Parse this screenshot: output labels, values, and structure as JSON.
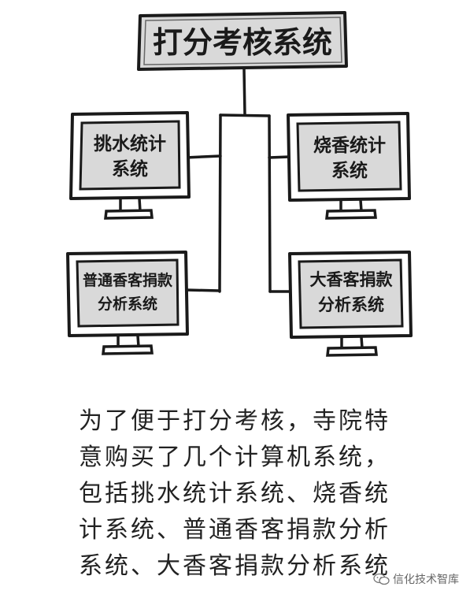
{
  "diagram": {
    "root": {
      "line1": "打分考核系统"
    },
    "nodes": [
      {
        "id": "drainage",
        "line1": "挑水统计",
        "line2": "系统"
      },
      {
        "id": "incense",
        "line1": "烧香统计",
        "line2": "系统"
      },
      {
        "id": "normal-donation",
        "line1": "普通香客捐款",
        "line2": "分析系统"
      },
      {
        "id": "vip-donation",
        "line1": "大香客捐款",
        "line2": "分析系统"
      }
    ],
    "colors": {
      "box_fill": "#d9d9d9",
      "stroke": "#1a1a1a"
    }
  },
  "caption": {
    "lines": [
      "为了便于打分考核，寺院特",
      "意购买了几个计算机系统，",
      "包括挑水统计系统、烧香统",
      "计系统、普通香客捐款分析",
      "系统、大香客捐款分析系统"
    ]
  },
  "watermark": {
    "text": "信化技术智库",
    "icon": "wechat-icon"
  }
}
